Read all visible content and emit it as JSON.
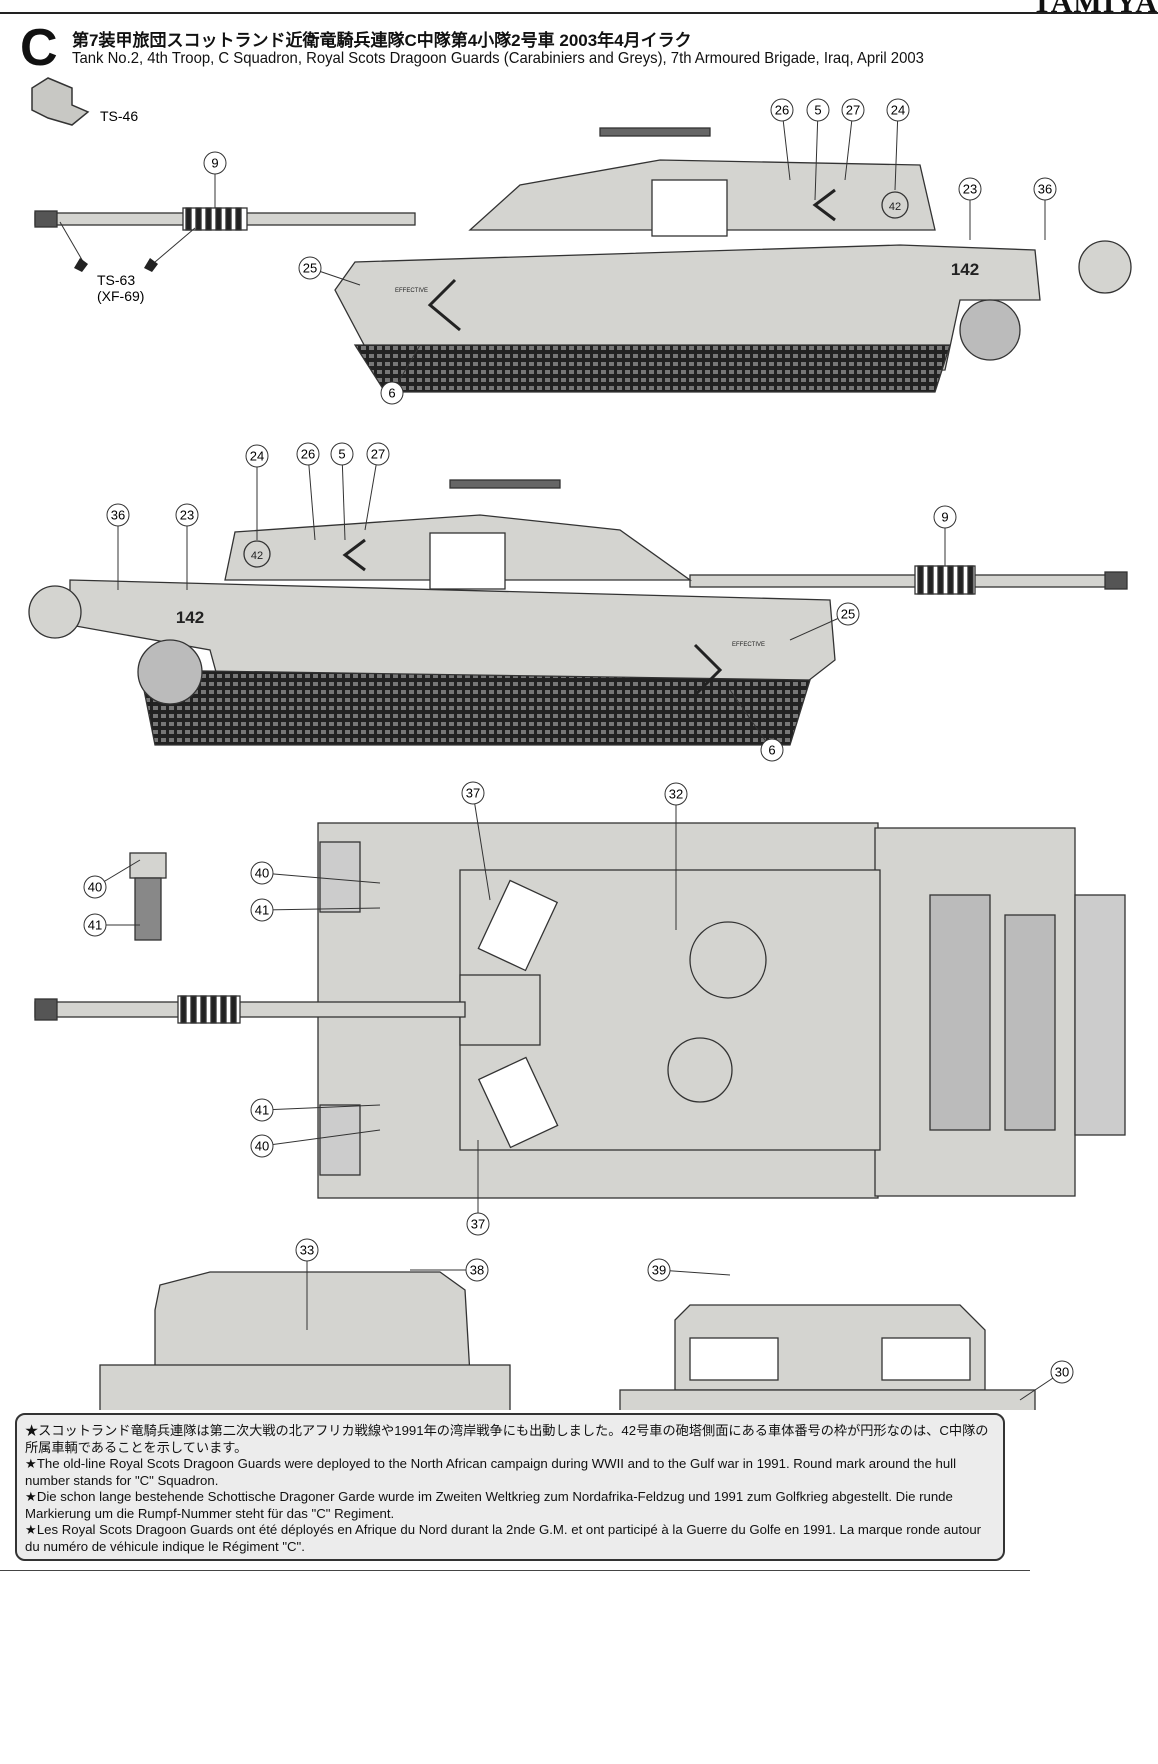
{
  "header": {
    "brand": "TAMIYA",
    "scheme_letter": "C",
    "title_ja": "第7装甲旅団スコットランド近衛竜騎兵連隊C中隊第4小隊2号車 2003年4月イラク",
    "title_en": "Tank No.2, 4th Troop, C Squadron, Royal Scots Dragoon Guards (Carabiniers and Greys), 7th Armoured Brigade, Iraq, April 2003"
  },
  "paints": {
    "body": "TS-46",
    "tracks": "TS-63",
    "tracks_alt": "(XF-69)",
    "body_color": "#d4d4d0"
  },
  "markings": {
    "hull_number": "142",
    "turret_number": "42",
    "effective": "EFFECTIVE"
  },
  "side_left": {
    "callouts": [
      "9",
      "26",
      "5",
      "27",
      "24",
      "23",
      "36",
      "25",
      "6"
    ]
  },
  "side_right": {
    "callouts": [
      "24",
      "26",
      "5",
      "27",
      "36",
      "23",
      "9",
      "25",
      "6"
    ]
  },
  "top_view": {
    "callouts": [
      "37",
      "32",
      "40",
      "41",
      "40",
      "41",
      "41",
      "40",
      "37"
    ]
  },
  "front_view": {
    "callouts": [
      "33",
      "38"
    ]
  },
  "rear_view": {
    "callouts": [
      "39",
      "30"
    ]
  },
  "notes": [
    "★スコットランド竜騎兵連隊は第二次大戦の北アフリカ戦線や1991年の湾岸戦争にも出動しました。42号車の砲塔側面にある車体番号の枠が円形なのは、C中隊の所属車輌であることを示しています。",
    "★The old-line Royal Scots Dragoon Guards were deployed to the North African campaign during WWII and to the Gulf war in 1991. Round mark around the hull number stands for \"C\" Squadron.",
    "★Die schon lange bestehende Schottische Dragoner Garde wurde im Zweiten Weltkrieg zum Nordafrika-Feldzug und 1991 zum Golfkrieg abgestellt. Die runde Markierung um die Rumpf-Nummer steht für das \"C\" Regiment.",
    "★Les Royal Scots Dragoon Guards ont été déployés en Afrique du Nord durant la 2nde G.M. et ont participé à la Guerre du Golfe en 1991. La marque ronde autour du numéro de véhicule indique le Régiment \"C\"."
  ]
}
